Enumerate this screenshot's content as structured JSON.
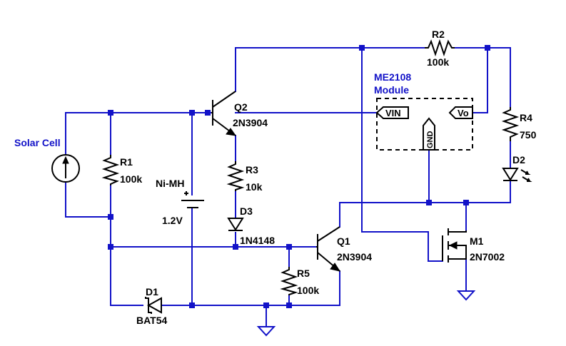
{
  "components": {
    "solar_cell": {
      "label": "Solar Cell"
    },
    "battery": {
      "name": "Ni-MH",
      "value": "1.2V"
    },
    "r1": {
      "name": "R1",
      "value": "100k"
    },
    "r2": {
      "name": "R2",
      "value": "100k"
    },
    "r3": {
      "name": "R3",
      "value": "10k"
    },
    "r4": {
      "name": "R4",
      "value": "750"
    },
    "r5": {
      "name": "R5",
      "value": "100k"
    },
    "q1": {
      "name": "Q1",
      "value": "2N3904"
    },
    "q2": {
      "name": "Q2",
      "value": "2N3904"
    },
    "d1": {
      "name": "D1",
      "value": "BAT54"
    },
    "d2": {
      "name": "D2"
    },
    "d3": {
      "name": "D3",
      "value": "1N4148"
    },
    "m1": {
      "name": "M1",
      "value": "2N7002"
    }
  },
  "module": {
    "title_line1": "ME2108",
    "title_line2": "Module",
    "pin_vin": "VIN",
    "pin_vo": "Vo",
    "pin_gnd": "GND"
  },
  "colors": {
    "wire": "#1212c8",
    "component": "#000000",
    "label_blue": "#1212c8"
  }
}
